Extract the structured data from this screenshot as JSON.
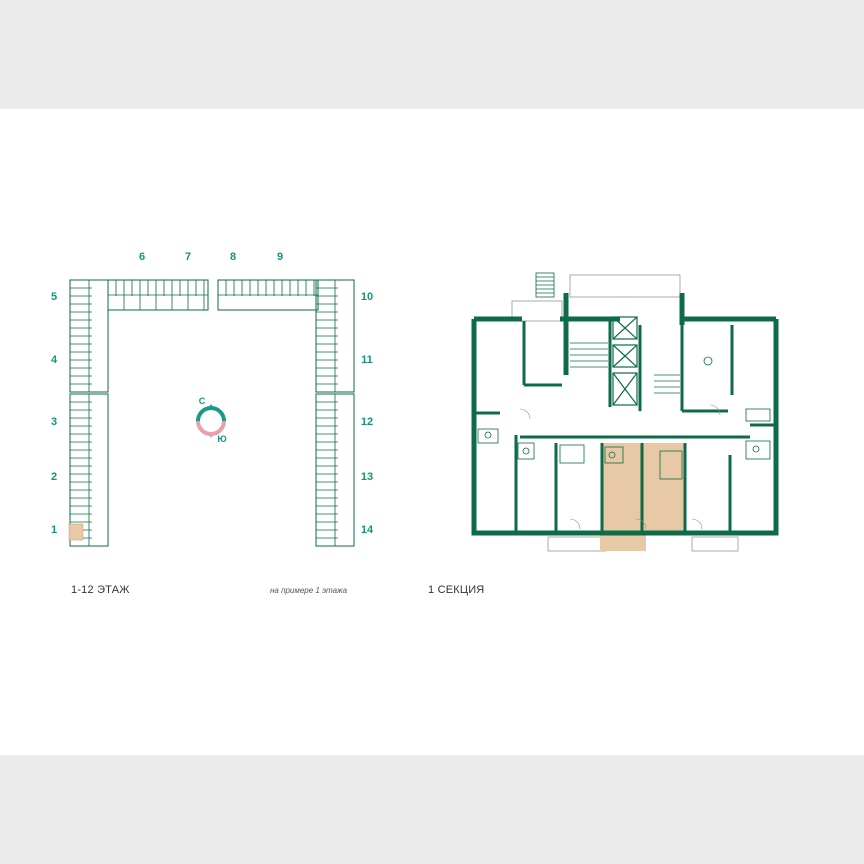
{
  "site_plan": {
    "section_numbers": [
      "1",
      "2",
      "3",
      "4",
      "5",
      "6",
      "7",
      "8",
      "9",
      "10",
      "11",
      "12",
      "13",
      "14"
    ],
    "compass": {
      "north": "С",
      "south": "Ю"
    },
    "caption": "1-12 ЭТАЖ",
    "note": "на примере 1 этажа"
  },
  "floor_plan": {
    "caption": "1 СЕКЦИЯ"
  },
  "colors": {
    "wall": "#0d6b47",
    "accent": "#13957f",
    "highlight": "#e8c9a6",
    "compass_teal": "#1a9a86",
    "compass_pink": "#e8a0ad"
  }
}
